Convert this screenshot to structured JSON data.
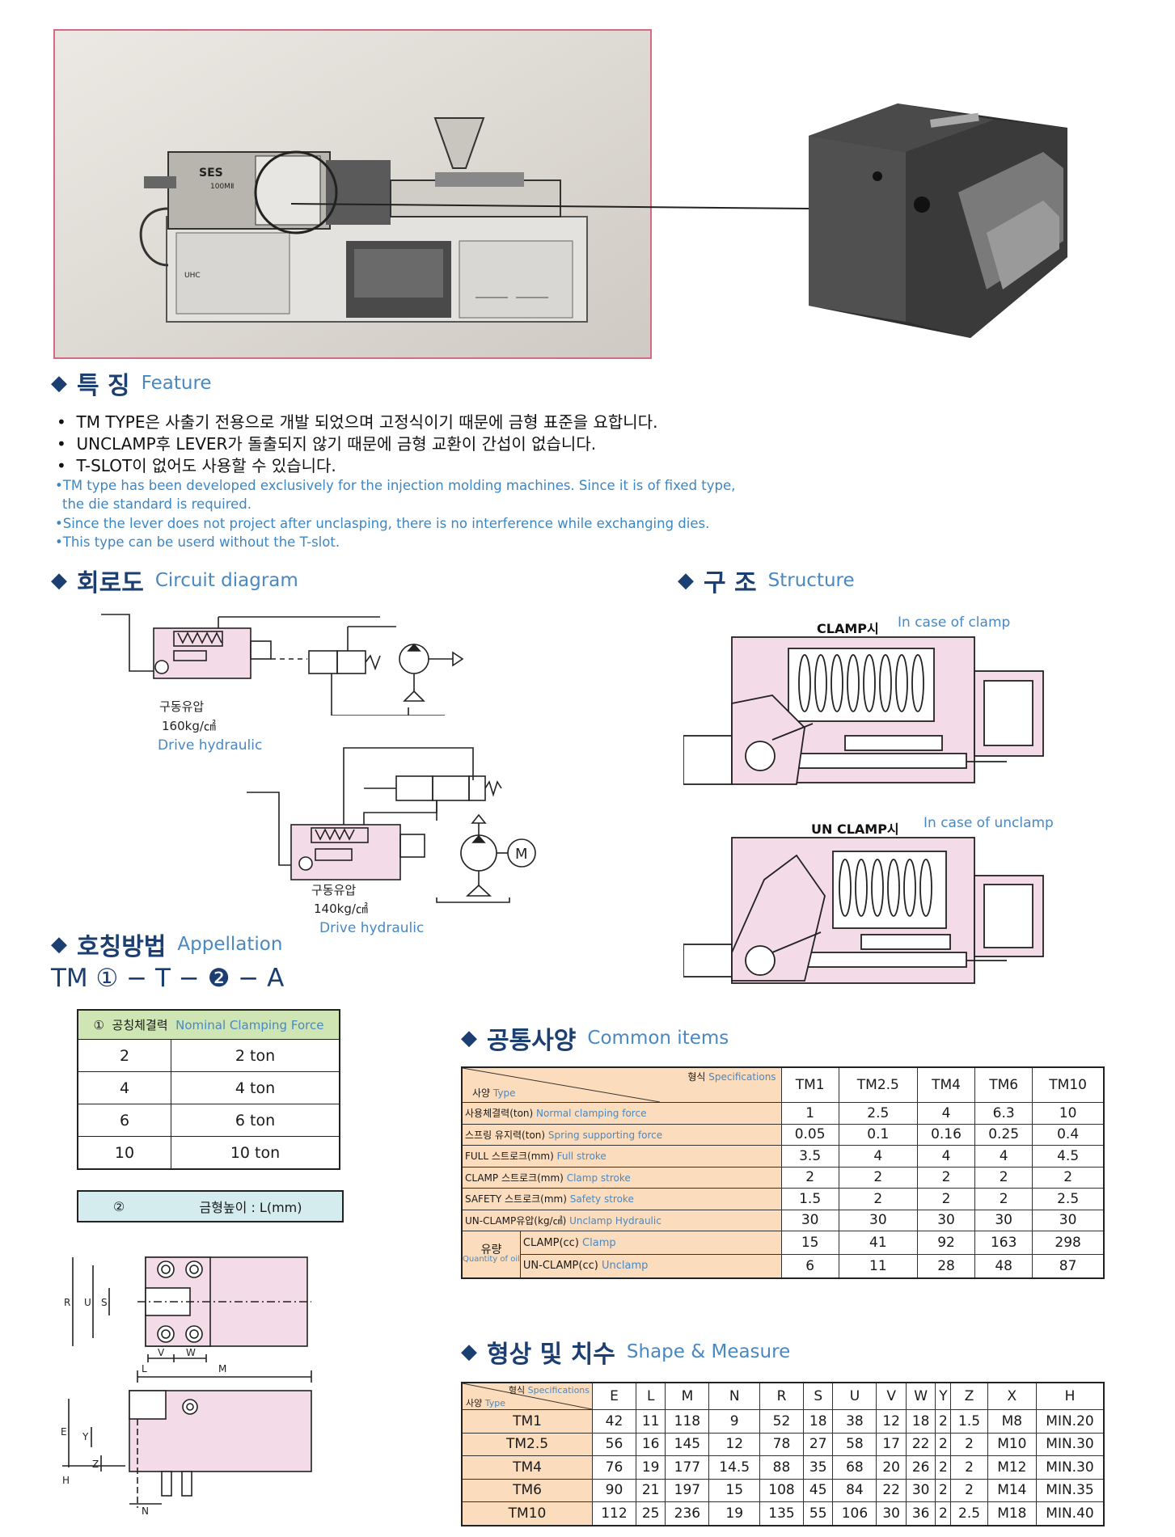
{
  "feature": {
    "title_ko": "특 징",
    "title_en": "Feature",
    "bullets_ko": [
      "TM TYPE은 사출기 전용으로 개발 되었으며 고정식이기 때문에 금형 표준을 요합니다.",
      "UNCLAMP후 LEVER가 돌출되지 않기 때문에 금형 교환이 간섭이 없습니다.",
      "T-SLOT이 없어도 사용할 수 있습니다."
    ],
    "bullets_en": [
      "TM type has been developed exclusively for the injection molding machines. Since it is of fixed type,",
      "the die standard is required.",
      "Since the lever does not project after unclasping, there is no interference while exchanging dies.",
      "This type can be userd without the T-slot."
    ]
  },
  "photo": {
    "machine_brand": "SES",
    "machine_model": "100MⅡ",
    "machine_maker": "UHC"
  },
  "circuit": {
    "title_ko": "회로도",
    "title_en": "Circuit diagram",
    "diagram1": {
      "label_ko": "구동유압",
      "pressure": "160kg/㎠",
      "label_en": "Drive hydraulic"
    },
    "diagram2": {
      "label_ko": "구동유압",
      "pressure": "140kg/㎠",
      "label_en": "Drive hydraulic",
      "motor": "M"
    }
  },
  "structure": {
    "title_ko": "구 조",
    "title_en": "Structure",
    "clamp_ko": "CLAMP시",
    "clamp_en": "In case of clamp",
    "unclamp_ko": "UN CLAMP시",
    "unclamp_en": "In case of unclamp"
  },
  "appellation": {
    "title_ko": "호칭방법",
    "title_en": "Appellation",
    "code": "TM ① − T − ❷ − A",
    "force_table": {
      "header_no": "①",
      "header_ko": "공칭체결력",
      "header_en": "Nominal Clamping Force",
      "rows": [
        [
          "2",
          "2 ton"
        ],
        [
          "4",
          "4 ton"
        ],
        [
          "6",
          "6 ton"
        ],
        [
          "10",
          "10 ton"
        ]
      ]
    },
    "height_table": {
      "no": "②",
      "label": "금형높이 : L(mm)"
    }
  },
  "common": {
    "title_ko": "공통사양",
    "title_en": "Common items",
    "corner_top_ko": "형식",
    "corner_top_en": "Specifications",
    "corner_bottom_ko": "사양",
    "corner_bottom_en": "Type",
    "models": [
      "TM1",
      "TM2.5",
      "TM4",
      "TM6",
      "TM10"
    ],
    "rows": [
      {
        "ko": "사용체결력(ton)",
        "en": "Normal clamping force",
        "values": [
          "1",
          "2.5",
          "4",
          "6.3",
          "10"
        ]
      },
      {
        "ko": "스프링 유지력(ton)",
        "en": "Spring supporting force",
        "values": [
          "0.05",
          "0.1",
          "0.16",
          "0.25",
          "0.4"
        ]
      },
      {
        "ko": "FULL 스트로크(mm)",
        "en": "Full stroke",
        "values": [
          "3.5",
          "4",
          "4",
          "4",
          "4.5"
        ]
      },
      {
        "ko": "CLAMP 스트로크(mm)",
        "en": "Clamp stroke",
        "values": [
          "2",
          "2",
          "2",
          "2",
          "2"
        ]
      },
      {
        "ko": "SAFETY 스트로크(mm)",
        "en": "Safety stroke",
        "values": [
          "1.5",
          "2",
          "2",
          "2",
          "2.5"
        ]
      },
      {
        "ko": "UN-CLAMP유압(kg/㎠)",
        "en": "Unclamp Hydraulic",
        "values": [
          "30",
          "30",
          "30",
          "30",
          "30"
        ]
      }
    ],
    "oil": {
      "group_ko": "유량",
      "group_en": "Quantity of oil",
      "clamp_ko": "CLAMP(cc)",
      "clamp_en": "Clamp",
      "clamp_values": [
        "15",
        "41",
        "92",
        "163",
        "298"
      ],
      "unclamp_ko": "UN-CLAMP(cc)",
      "unclamp_en": "Unclamp",
      "unclamp_values": [
        "6",
        "11",
        "28",
        "48",
        "87"
      ]
    }
  },
  "shape": {
    "title_ko": "형상 및 치수",
    "title_en": "Shape & Measure",
    "corner_top_ko": "형식",
    "corner_top_en": "Specifications",
    "corner_bottom_ko": "사양",
    "corner_bottom_en": "Type",
    "columns": [
      "E",
      "L",
      "M",
      "N",
      "R",
      "S",
      "U",
      "V",
      "W",
      "Y",
      "Z",
      "X",
      "H"
    ],
    "rows": [
      {
        "model": "TM1",
        "values": [
          "42",
          "11",
          "118",
          "9",
          "52",
          "18",
          "38",
          "12",
          "18",
          "2",
          "1.5",
          "M8",
          "MIN.20"
        ]
      },
      {
        "model": "TM2.5",
        "values": [
          "56",
          "16",
          "145",
          "12",
          "78",
          "27",
          "58",
          "17",
          "22",
          "2",
          "2",
          "M10",
          "MIN.30"
        ]
      },
      {
        "model": "TM4",
        "values": [
          "76",
          "19",
          "177",
          "14.5",
          "88",
          "35",
          "68",
          "20",
          "26",
          "2",
          "2",
          "M12",
          "MIN.30"
        ]
      },
      {
        "model": "TM6",
        "values": [
          "90",
          "21",
          "197",
          "15",
          "108",
          "45",
          "84",
          "22",
          "30",
          "2",
          "2",
          "M14",
          "MIN.35"
        ]
      },
      {
        "model": "TM10",
        "values": [
          "112",
          "25",
          "236",
          "19",
          "135",
          "55",
          "106",
          "30",
          "36",
          "2",
          "2.5",
          "M18",
          "MIN.40"
        ]
      }
    ],
    "dimension_labels": {
      "R": "R",
      "U": "U",
      "S": "S",
      "V": "V",
      "W": "W",
      "L": "L",
      "M": "M",
      "E": "E",
      "Y": "Y",
      "Z": "Z",
      "H": "H",
      "N": "N"
    }
  },
  "colors": {
    "heading": "#1c3f72",
    "english": "#4a88c2",
    "pink": "#f4dbe8",
    "header_orange": "#fbdcbc",
    "header_green": "#cfe5b4",
    "header_cyan": "#d4ecee"
  }
}
